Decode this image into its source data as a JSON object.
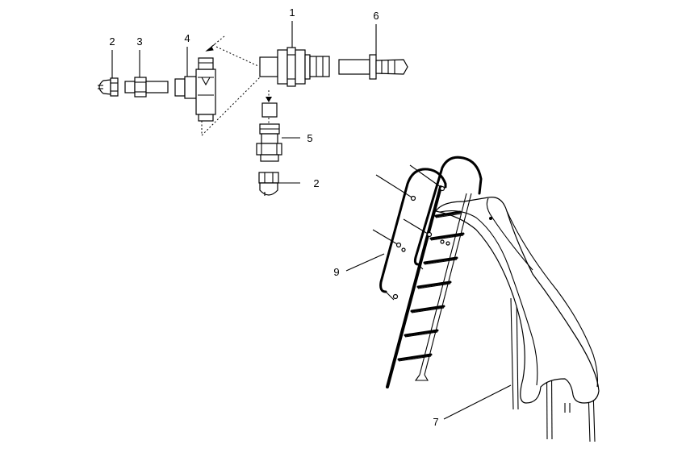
{
  "callouts": [
    {
      "id": "callout-1",
      "label": "1"
    },
    {
      "id": "callout-2-top",
      "label": "2"
    },
    {
      "id": "callout-3",
      "label": "3"
    },
    {
      "id": "callout-4",
      "label": "4"
    },
    {
      "id": "callout-6",
      "label": "6"
    },
    {
      "id": "callout-5",
      "label": "5"
    },
    {
      "id": "callout-2-bottom",
      "label": "2"
    },
    {
      "id": "callout-9",
      "label": "9"
    },
    {
      "id": "callout-7",
      "label": "7"
    }
  ]
}
